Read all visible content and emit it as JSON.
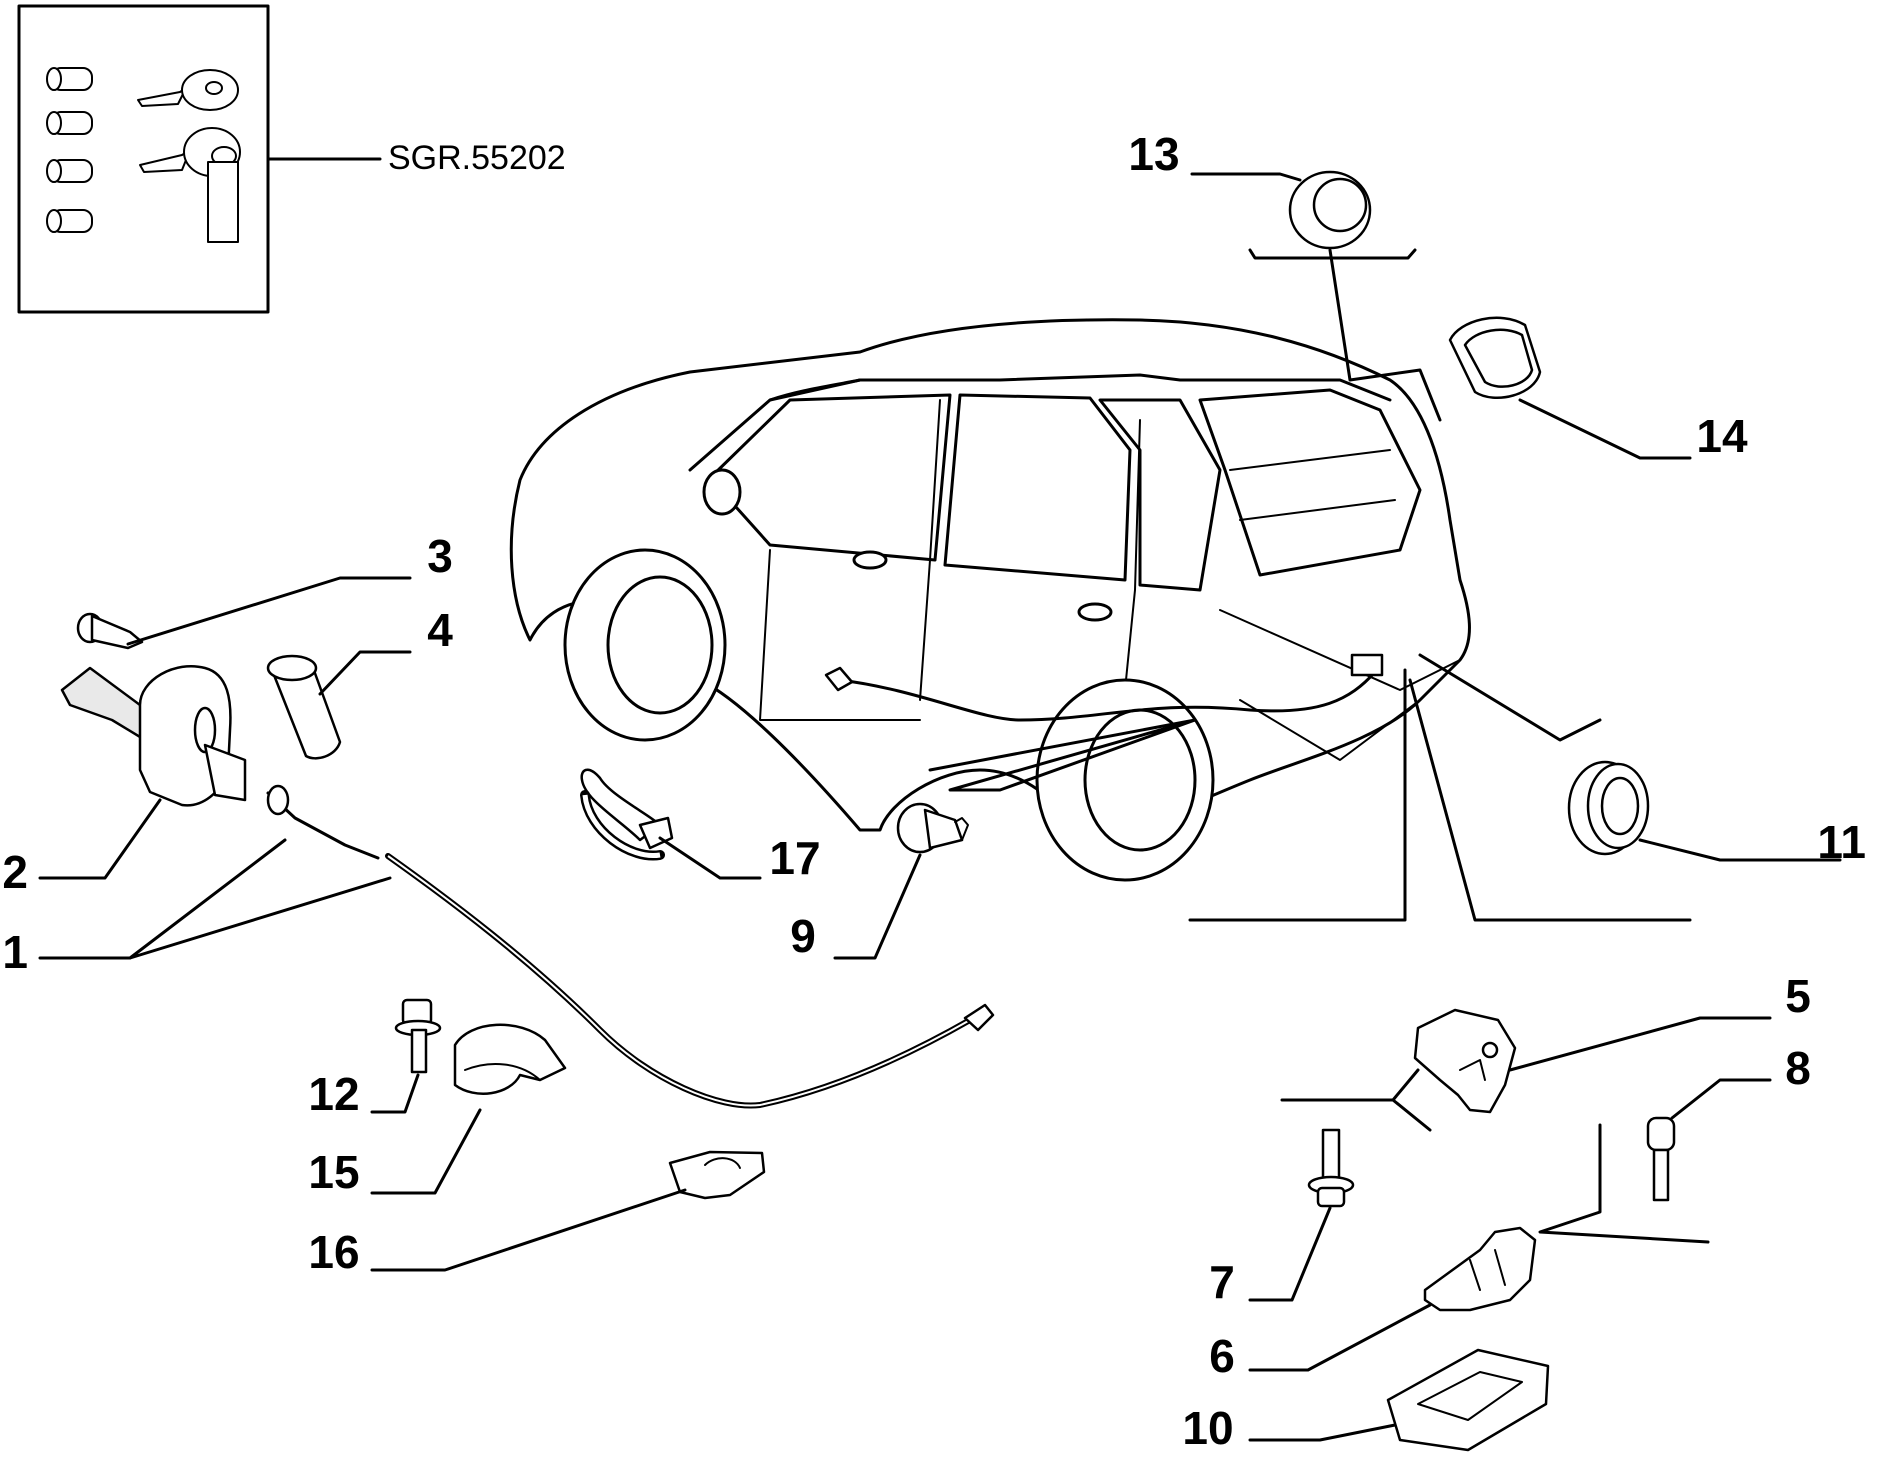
{
  "kit": {
    "code": "SGR.55202",
    "icon": "lock-cylinder-key-set-icon"
  },
  "callouts": [
    "1",
    "2",
    "3",
    "4",
    "5",
    "6",
    "7",
    "8",
    "9",
    "10",
    "11",
    "12",
    "13",
    "14",
    "15",
    "16",
    "17"
  ],
  "parts": [
    {
      "ref": "3",
      "icon": "screw-icon"
    },
    {
      "ref": "4",
      "icon": "plug-sleeve-icon"
    },
    {
      "ref": "2",
      "icon": "fuel-flap-lock-housing-icon"
    },
    {
      "ref": "1",
      "icon": "release-cable-icon"
    },
    {
      "ref": "12",
      "icon": "flange-bolt-icon"
    },
    {
      "ref": "15",
      "icon": "cable-clip-icon"
    },
    {
      "ref": "16",
      "icon": "cable-clamp-icon"
    },
    {
      "ref": "17",
      "icon": "hose-clamp-icon"
    },
    {
      "ref": "9",
      "icon": "push-fastener-icon"
    },
    {
      "ref": "13",
      "icon": "round-plug-icon"
    },
    {
      "ref": "14",
      "icon": "oval-plug-icon"
    },
    {
      "ref": "11",
      "icon": "grommet-icon"
    },
    {
      "ref": "5",
      "icon": "tailgate-latch-icon"
    },
    {
      "ref": "8",
      "icon": "socket-screw-icon"
    },
    {
      "ref": "7",
      "icon": "bolt-icon"
    },
    {
      "ref": "6",
      "icon": "striker-icon"
    },
    {
      "ref": "10",
      "icon": "cover-tray-icon"
    }
  ],
  "vehicle": {
    "icon": "hatchback-car-icon"
  }
}
